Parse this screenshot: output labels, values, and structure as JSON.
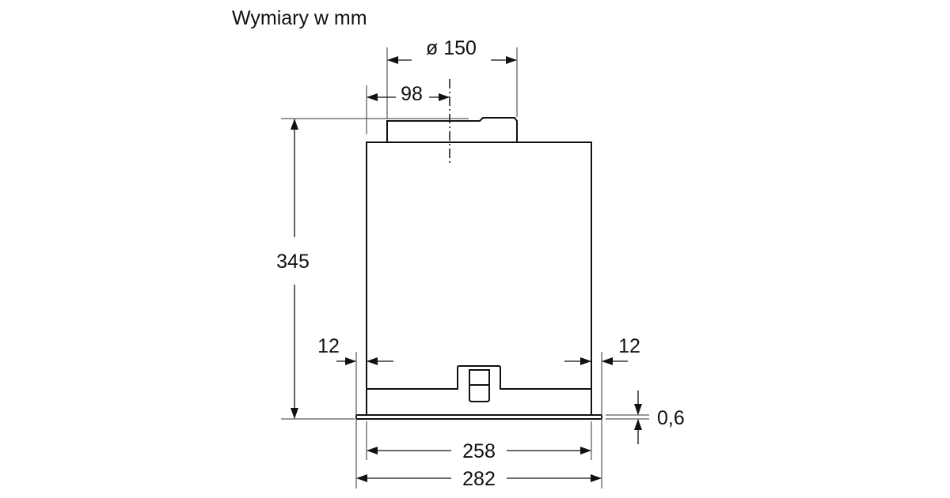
{
  "title": "Wymiary w mm",
  "dimensions": {
    "duct_diameter": "ø 150",
    "duct_offset": "98",
    "height": "345",
    "left_margin": "12",
    "right_margin": "12",
    "flange_thickness": "0,6",
    "inner_width": "258",
    "outer_width": "282"
  },
  "colors": {
    "line": "#111111",
    "background": "#ffffff"
  }
}
